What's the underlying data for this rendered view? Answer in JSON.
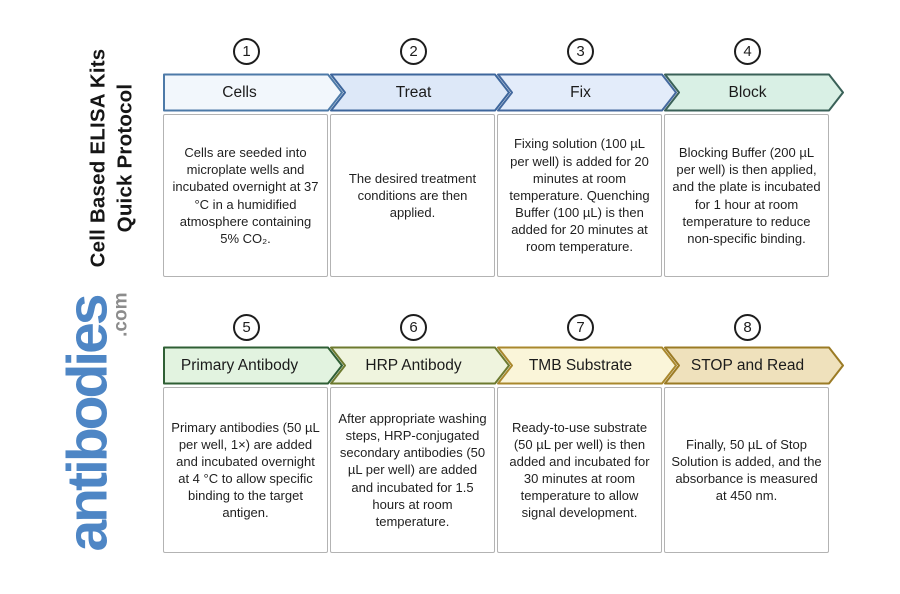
{
  "brand": {
    "title_line1": "Cell Based ELISA Kits",
    "title_line2": "Quick Protocol",
    "logo_word": "antibodies",
    "logo_tld": ".com",
    "logo_color": "#4e86c5",
    "logo_tld_color": "#8c8c8c"
  },
  "rows": [
    {
      "steps": [
        {
          "num": "1",
          "label": "Cells",
          "fill": "#f2f7fc",
          "stroke": "#4d7aa8",
          "desc": "Cells are seeded into microplate wells and incubated overnight at 37 °C in a humidified atmosphere containing 5% CO₂."
        },
        {
          "num": "2",
          "label": "Treat",
          "fill": "#dde8f8",
          "stroke": "#3d669c",
          "desc": "The desired treatment conditions are then applied."
        },
        {
          "num": "3",
          "label": "Fix",
          "fill": "#e3ecfa",
          "stroke": "#44699e",
          "desc": "Fixing solution (100 µL per well) is added for 20 minutes at room temperature. Quenching Buffer (100 µL) is then added for 20 minutes at room temperature."
        },
        {
          "num": "4",
          "label": "Block",
          "fill": "#d9f0e5",
          "stroke": "#3a6158",
          "desc": "Blocking Buffer (200 µL per well) is then applied, and the plate is incubated for 1 hour at room temperature to reduce non-specific binding."
        }
      ]
    },
    {
      "steps": [
        {
          "num": "5",
          "label": "Primary Antibody",
          "fill": "#e2f3e0",
          "stroke": "#2f5f35",
          "desc": "Primary antibodies (50 µL per well, 1×) are added and incubated overnight at 4 °C to allow specific binding to the target antigen."
        },
        {
          "num": "6",
          "label": "HRP Antibody",
          "fill": "#eff4de",
          "stroke": "#6d7a2f",
          "desc": "After appropriate washing steps, HRP-conjugated secondary antibodies (50 µL per well) are added and incubated for 1.5 hours at room temperature."
        },
        {
          "num": "7",
          "label": "TMB Substrate",
          "fill": "#faf5d9",
          "stroke": "#a9882d",
          "desc": "Ready-to-use substrate (50 µL per well) is then added and incubated for 30 minutes at room temperature to allow signal development."
        },
        {
          "num": "8",
          "label": "STOP and Read",
          "fill": "#efe1bc",
          "stroke": "#9b7b25",
          "desc": "Finally, 50 µL of Stop Solution is added, and the absorbance is measured at 450 nm."
        }
      ]
    }
  ]
}
